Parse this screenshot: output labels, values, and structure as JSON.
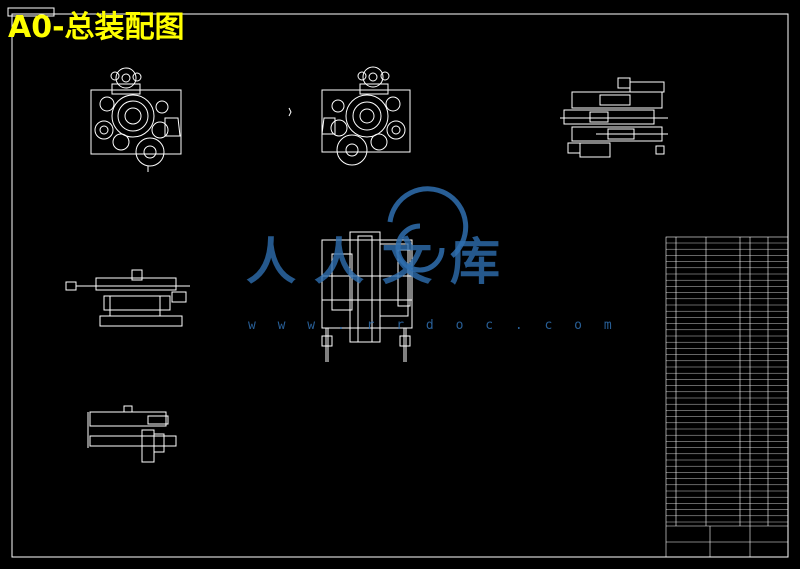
{
  "title": "A0-总装配图",
  "watermark": {
    "brand": "人人文库",
    "url": "w w w . r r d o c . c o m"
  },
  "colors": {
    "background": "#000000",
    "lines": "#ffffff",
    "title": "#ffff00",
    "watermark": "#2f6fb0"
  }
}
